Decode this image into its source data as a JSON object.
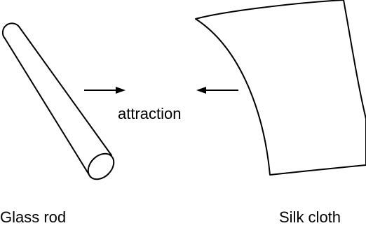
{
  "labels": {
    "force": "attraction",
    "left_object": "Glass rod",
    "right_object": "Silk cloth"
  },
  "colors": {
    "stroke": "#000000",
    "background": "#ffffff"
  }
}
